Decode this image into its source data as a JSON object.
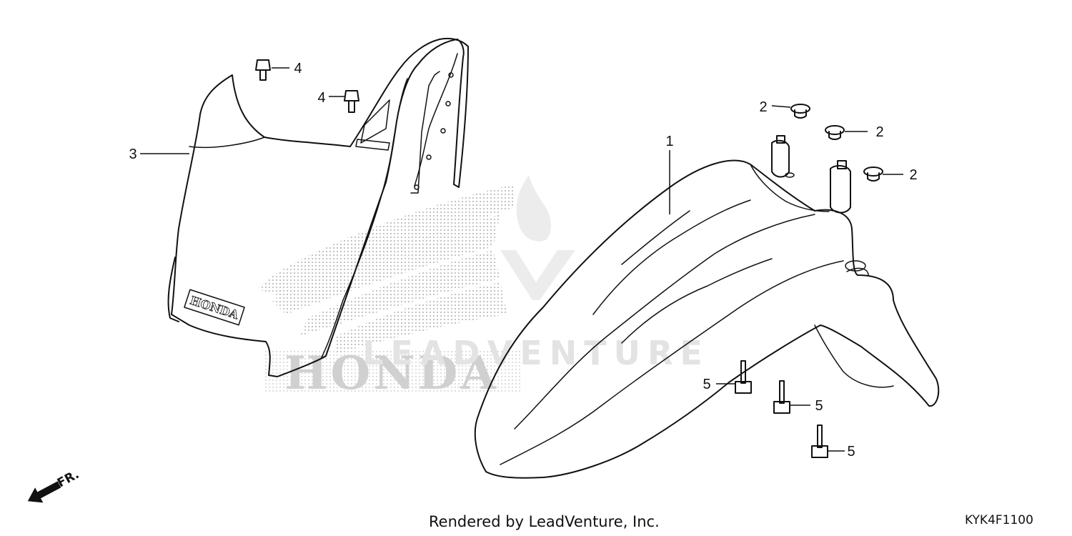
{
  "diagram": {
    "code": "KYK4F1100",
    "credit": "Rendered by LeadVenture, Inc.",
    "direction_label": "FR.",
    "watermark_brand_text": "HONDA",
    "watermark_vendor_text": "LEADVENTURE",
    "number_plate_logo_text": "HONDA"
  },
  "callouts": [
    {
      "id": "fender",
      "label": "1"
    },
    {
      "id": "grommet-a",
      "label": "2"
    },
    {
      "id": "grommet-b",
      "label": "2"
    },
    {
      "id": "grommet-c",
      "label": "2"
    },
    {
      "id": "number-plate",
      "label": "3"
    },
    {
      "id": "bolt-top-a",
      "label": "4"
    },
    {
      "id": "bolt-top-b",
      "label": "4"
    },
    {
      "id": "bolt-fender-a",
      "label": "5"
    },
    {
      "id": "bolt-fender-b",
      "label": "5"
    },
    {
      "id": "bolt-fender-c",
      "label": "5"
    }
  ],
  "colors": {
    "line": "#111111",
    "background": "#ffffff",
    "watermark": "#c8c8c8"
  }
}
